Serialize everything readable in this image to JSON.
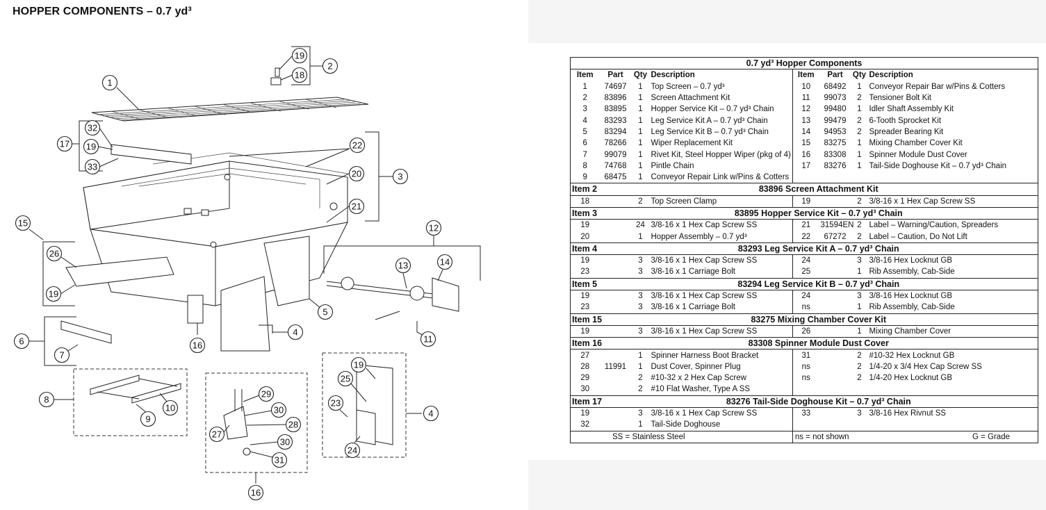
{
  "page": {
    "title": "HOPPER COMPONENTS – 0.7 yd³"
  },
  "diagram": {
    "callouts": [
      "1",
      "2",
      "3",
      "4",
      "4",
      "5",
      "6",
      "7",
      "8",
      "9",
      "10",
      "11",
      "12",
      "13",
      "14",
      "15",
      "16",
      "16",
      "17",
      "18",
      "19",
      "19",
      "19",
      "19",
      "20",
      "21",
      "22",
      "23",
      "24",
      "25",
      "26",
      "27",
      "28",
      "29",
      "30",
      "30",
      "31",
      "32",
      "33"
    ]
  },
  "table": {
    "title": "0.7 yd³ Hopper Components",
    "headers": [
      "Item",
      "Part",
      "Qty",
      "Description",
      "Item",
      "Part",
      "Qty",
      "Description"
    ],
    "main_rows": [
      [
        "1",
        "74697",
        "1",
        "Top Screen – 0.7 yd³",
        "10",
        "68492",
        "1",
        "Conveyor Repair Bar w/Pins & Cotters"
      ],
      [
        "2",
        "83896",
        "1",
        "Screen Attachment Kit",
        "11",
        "99073",
        "2",
        "Tensioner Bolt Kit"
      ],
      [
        "3",
        "83895",
        "1",
        "Hopper Service Kit – 0.7 yd³ Chain",
        "12",
        "99480",
        "1",
        "Idler Shaft Assembly Kit"
      ],
      [
        "4",
        "83293",
        "1",
        "Leg Service Kit A – 0.7 yd³ Chain",
        "13",
        "99479",
        "2",
        "6-Tooth Sprocket Kit"
      ],
      [
        "5",
        "83294",
        "1",
        "Leg Service Kit B – 0.7 yd³ Chain",
        "14",
        "94953",
        "2",
        "Spreader Bearing Kit"
      ],
      [
        "6",
        "78266",
        "1",
        "Wiper Replacement Kit",
        "15",
        "83275",
        "1",
        "Mixing Chamber Cover Kit"
      ],
      [
        "7",
        "99079",
        "1",
        "Rivet Kit, Steel Hopper Wiper (pkg of 4)",
        "16",
        "83308",
        "1",
        "Spinner Module Dust Cover"
      ],
      [
        "8",
        "74768",
        "1",
        "Pintle Chain",
        "17",
        "83276",
        "1",
        "Tail-Side Doghouse Kit – 0.7 yd³ Chain"
      ],
      [
        "9",
        "68475",
        "1",
        "Conveyor Repair Link w/Pins & Cotters",
        "",
        "",
        "",
        ""
      ]
    ],
    "sections": [
      {
        "label": "Item 2",
        "title": "83896  Screen Attachment Kit",
        "rows": [
          [
            "18",
            "",
            "2",
            "Top Screen Clamp",
            "19",
            "",
            "2",
            "3/8-16 x 1 Hex Cap Screw SS"
          ]
        ]
      },
      {
        "label": "Item 3",
        "title": "83895  Hopper Service Kit – 0.7 yd³ Chain",
        "rows": [
          [
            "19",
            "",
            "24",
            "3/8-16 x 1 Hex Cap Screw SS",
            "21",
            "31594EN",
            "2",
            "Label – Warning/Caution, Spreaders"
          ],
          [
            "20",
            "",
            "1",
            "Hopper Assembly – 0.7 yd³",
            "22",
            "67272",
            "2",
            "Label – Caution, Do Not Lift"
          ]
        ]
      },
      {
        "label": "Item 4",
        "title": "83293  Leg Service Kit A – 0.7 yd³ Chain",
        "rows": [
          [
            "19",
            "",
            "3",
            "3/8-16 x 1 Hex Cap Screw SS",
            "24",
            "",
            "3",
            "3/8-16 Hex Locknut GB"
          ],
          [
            "23",
            "",
            "3",
            "3/8-16 x 1 Carriage Bolt",
            "25",
            "",
            "1",
            "Rib Assembly, Cab-Side"
          ]
        ]
      },
      {
        "label": "Item 5",
        "title": "83294  Leg Service Kit B – 0.7 yd³ Chain",
        "rows": [
          [
            "19",
            "",
            "3",
            "3/8-16 x 1 Hex Cap Screw SS",
            "24",
            "",
            "3",
            "3/8-16 Hex Locknut GB"
          ],
          [
            "23",
            "",
            "3",
            "3/8-16 x 1 Carriage Bolt",
            "ns",
            "",
            "1",
            "Rib Assembly, Cab-Side"
          ]
        ]
      },
      {
        "label": "Item 15",
        "title": "83275  Mixing Chamber Cover Kit",
        "rows": [
          [
            "19",
            "",
            "3",
            "3/8-16 x 1 Hex Cap Screw SS",
            "26",
            "",
            "1",
            "Mixing Chamber Cover"
          ]
        ]
      },
      {
        "label": "Item 16",
        "title": "83308  Spinner Module Dust Cover",
        "rows": [
          [
            "27",
            "",
            "1",
            "Spinner Harness Boot Bracket",
            "31",
            "",
            "2",
            "#10-32 Hex Locknut GB"
          ],
          [
            "28",
            "11991",
            "1",
            "Dust Cover, Spinner Plug",
            "ns",
            "",
            "2",
            "1/4-20 x 3/4 Hex Cap Screw SS"
          ],
          [
            "29",
            "",
            "2",
            "#10-32 x 2 Hex Cap Screw",
            "ns",
            "",
            "2",
            "1/4-20 Hex Locknut GB"
          ],
          [
            "30",
            "",
            "2",
            "#10 Flat Washer, Type A SS",
            "",
            "",
            "",
            ""
          ]
        ]
      },
      {
        "label": "Item 17",
        "title": "83276  Tail-Side Doghouse Kit – 0.7 yd³ Chain",
        "rows": [
          [
            "19",
            "",
            "3",
            "3/8-16 x 1 Hex Cap Screw SS",
            "33",
            "",
            "3",
            "3/8-16 Hex Rivnut SS"
          ],
          [
            "32",
            "",
            "1",
            "Tail-Side Doghouse",
            "",
            "",
            "",
            ""
          ]
        ]
      }
    ],
    "footnotes": {
      "ss": "SS = Stainless Steel",
      "ns": "ns = not shown",
      "g": "G = Grade"
    }
  }
}
